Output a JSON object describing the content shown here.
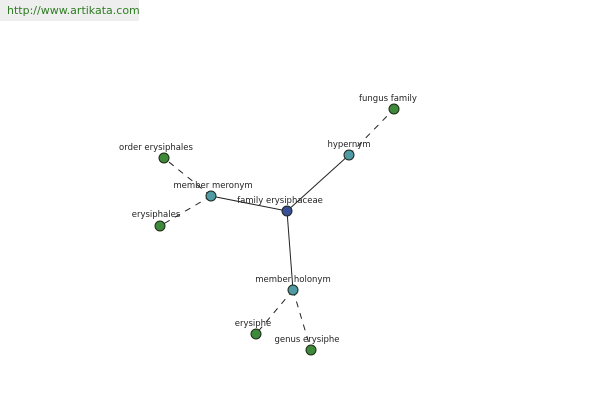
{
  "source_url": "http://www.artikata.com",
  "colors": {
    "center_node": "#3a4f9a",
    "relation_node": "#4f9aa4",
    "leaf_node": "#3f8a3a",
    "url_text": "#2e7d22",
    "url_background": "#eeeeee"
  },
  "nodes": [
    {
      "id": "family",
      "label": "family erysiphaceae",
      "kind": "center"
    },
    {
      "id": "hypernym",
      "label": "hypernym",
      "kind": "relation"
    },
    {
      "id": "member_meronym",
      "label": "member meronym",
      "kind": "relation"
    },
    {
      "id": "member_holonym",
      "label": "member holonym",
      "kind": "relation"
    },
    {
      "id": "fungus_family",
      "label": "fungus family",
      "kind": "leaf"
    },
    {
      "id": "order_erysiphales",
      "label": "order erysiphales",
      "kind": "leaf"
    },
    {
      "id": "erysiphales",
      "label": "erysiphales",
      "kind": "leaf"
    },
    {
      "id": "erysiphe",
      "label": "erysiphe",
      "kind": "leaf"
    },
    {
      "id": "genus_erysiphe",
      "label": "genus erysiphe",
      "kind": "leaf"
    }
  ],
  "edges": [
    {
      "from": "family",
      "to": "hypernym",
      "style": "solid"
    },
    {
      "from": "family",
      "to": "member_meronym",
      "style": "solid"
    },
    {
      "from": "family",
      "to": "member_holonym",
      "style": "solid"
    },
    {
      "from": "hypernym",
      "to": "fungus_family",
      "style": "dashed"
    },
    {
      "from": "member_meronym",
      "to": "order_erysiphales",
      "style": "dashed"
    },
    {
      "from": "member_meronym",
      "to": "erysiphales",
      "style": "dashed"
    },
    {
      "from": "member_holonym",
      "to": "erysiphe",
      "style": "dashed"
    },
    {
      "from": "member_holonym",
      "to": "genus_erysiphe",
      "style": "dashed"
    }
  ]
}
